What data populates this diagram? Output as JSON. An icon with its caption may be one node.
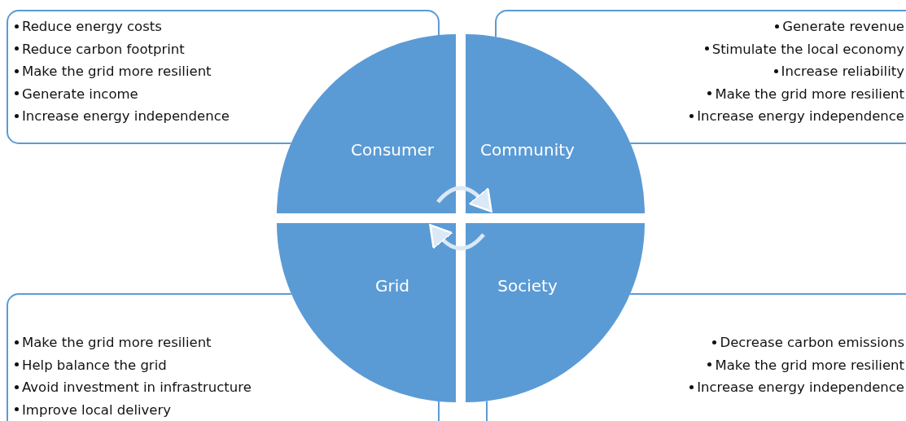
{
  "diagram": {
    "nodes": [
      {
        "text": [
          "Reduce energy costs",
          "Reduce carbon footprint",
          "Make the grid more resilient",
          "Generate income",
          "Increase energy independence"
        ]
      },
      {
        "text": [
          "Consumer"
        ]
      },
      {
        "text": [
          "Community"
        ]
      },
      {
        "text": [
          "Generate revenue",
          "Stimulate the local economy",
          "Increase reliability",
          "Make the grid more resilient",
          "Increase energy independence"
        ]
      },
      {
        "text": [
          "Grid"
        ]
      },
      {
        "text": [
          "Society"
        ]
      },
      {
        "text": [
          "Make the grid more resilient",
          "Help balance the grid",
          "Avoid investment in infrastructure",
          "Improve local delivery"
        ]
      },
      {
        "text": [
          "Decrease carbon emissions",
          "Make the grid more resilient",
          "Increase energy independence"
        ]
      }
    ],
    "edges": [
      {
        "from": 1,
        "to": 2,
        "arrow": "to"
      },
      {
        "from": 5,
        "to": 4,
        "arrow": "to"
      }
    ]
  }
}
